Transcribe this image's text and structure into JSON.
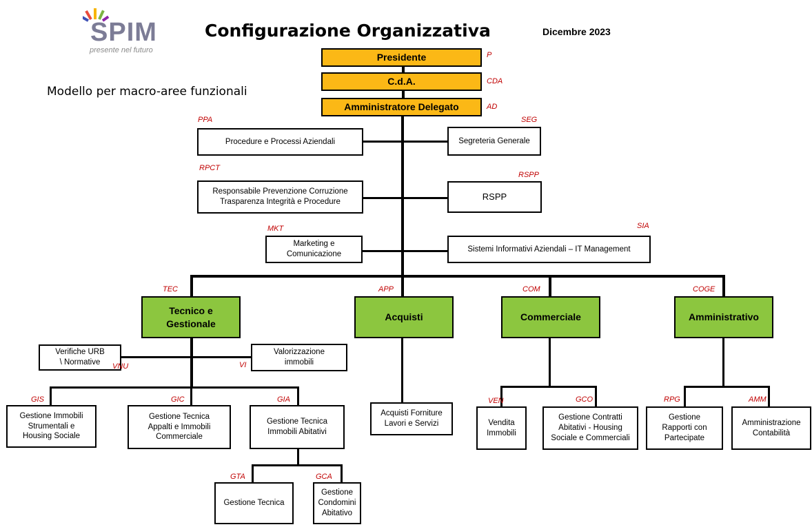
{
  "header": {
    "title": "Configurazione Organizzativa",
    "date": "Dicembre 2023",
    "subtitle": "Modello per macro-aree funzionali",
    "logo_text": "SPIM",
    "logo_tagline": "presente nel futuro"
  },
  "top": {
    "presidente": {
      "label": "Presidente",
      "code": "P"
    },
    "cda": {
      "label": "C.d.A.",
      "code": "CDA"
    },
    "ad": {
      "label": "Amministratore Delegato",
      "code": "AD"
    }
  },
  "staff": {
    "ppa": {
      "label": "Procedure e Processi Aziendali",
      "code": "PPA"
    },
    "seg": {
      "label": "Segreteria Generale",
      "code": "SEG"
    },
    "rpct": {
      "label": "Responsabile Prevenzione Corruzione\nTrasparenza Integrità e Procedure",
      "code": "RPCT"
    },
    "rspp": {
      "label": "RSPP",
      "code": "RSPP"
    },
    "mkt": {
      "label": "Marketing e\nComunicazione",
      "code": "MKT"
    },
    "sia": {
      "label": "Sistemi Informativi Aziendali – IT Management",
      "code": "SIA"
    }
  },
  "areas": {
    "tec": {
      "label": "Tecnico e\nGestionale",
      "code": "TEC"
    },
    "app": {
      "label": "Acquisti",
      "code": "APP"
    },
    "com": {
      "label": "Commerciale",
      "code": "COM"
    },
    "coge": {
      "label": "Amministrativo",
      "code": "COGE"
    }
  },
  "units": {
    "vnu": {
      "label": "Verifiche URB\n\\ Normative",
      "code": "VNU"
    },
    "vi": {
      "label": "Valorizzazione\nimmobili",
      "code": "VI"
    },
    "gis": {
      "label": "Gestione Immobili\nStrumentali e\nHousing Sociale",
      "code": "GIS"
    },
    "gic": {
      "label": "Gestione Tecnica\nAppalti e Immobili\nCommerciale",
      "code": "GIC"
    },
    "gia": {
      "label": "Gestione Tecnica\nImmobili Abitativi",
      "code": "GIA"
    },
    "gta": {
      "label": "Gestione Tecnica",
      "code": "GTA"
    },
    "gca": {
      "label": "Gestione\nCondomini\nAbitativo",
      "code": "GCA"
    },
    "acq": {
      "label": "Acquisti  Forniture\nLavori e Servizi"
    },
    "ven": {
      "label": "Vendita\nImmobili",
      "code": "VEN"
    },
    "gco": {
      "label": "Gestione Contratti\nAbitativi - Housing\nSociale e Commerciali",
      "code": "GCO"
    },
    "rpg": {
      "label": "Gestione\nRapporti con\nPartecipate",
      "code": "RPG"
    },
    "amm": {
      "label": "Amministrazione\nContabilità",
      "code": "AMM"
    }
  }
}
